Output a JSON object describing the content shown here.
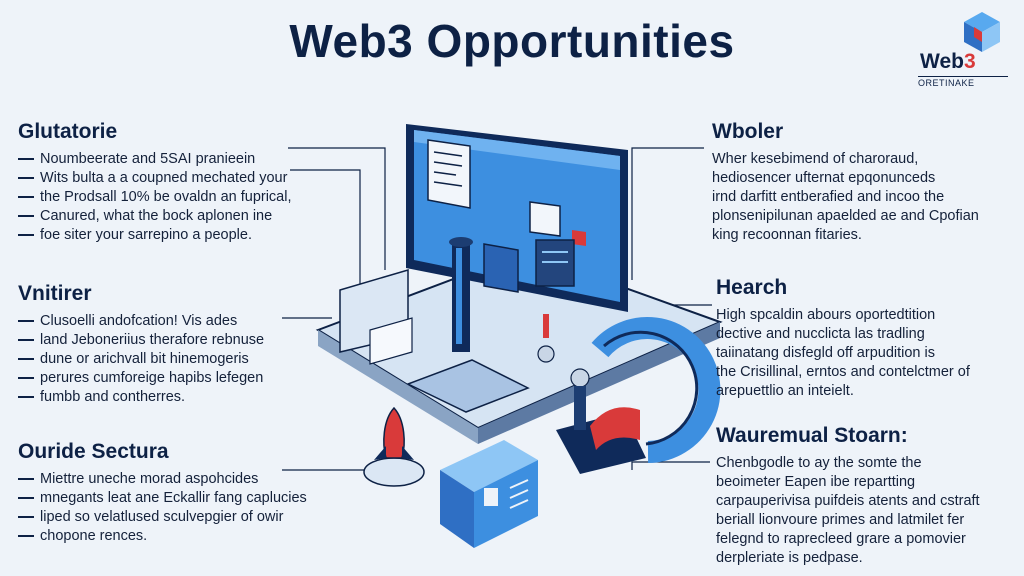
{
  "title": "Web3 Opportunities",
  "logo": {
    "word_main": "Web",
    "word_accent": "3",
    "subtitle": "ORETINAKE"
  },
  "sections": {
    "top_left": {
      "heading": "Glutatorie",
      "lines": [
        "Noumbeerate and 5SAI pranieein",
        "Wits bulta a a coupned mechated your",
        "the Prodsall 10% be ovaldn an fuprical,",
        "Canured, what the bock aplonen ine",
        "foe siter your sarrepino a people."
      ]
    },
    "mid_left": {
      "heading": "Vnitirer",
      "lines": [
        "Clusoelli andofcation! Vis ades",
        "land Jeboneriius therafore rebnuse",
        "dune or arichvall bit hinemogeris",
        "perures cumforeige hapibs lefegen",
        "fumbb and contherres."
      ]
    },
    "bottom_left": {
      "heading": "Ouride Sectura",
      "lines": [
        "Miettre uneche morad aspohcides",
        "mnegants leat ane Eckallir fang caplucies",
        "liped so velatlused sculvepgier of owir",
        "chopone rences."
      ]
    },
    "top_right": {
      "heading": "Wboler",
      "lines": [
        "Wher kesebimend of charoraud,",
        "hediosencer ufternat epqonunceds",
        "irnd darfitt entberafied and incoo the",
        "plonsenipilunan apaelded ae and Cpofian",
        "king recoonnan fitaries."
      ]
    },
    "mid_right": {
      "heading": "Hearch",
      "lines": [
        "High spcaldin abours oportedtition",
        "dective and nucclicta las tradling",
        "taiinatang disfegld off arpudition is",
        "the Crisillinal, erntos and contelctmer of",
        "arepuettlio an inteielt."
      ]
    },
    "bottom_right": {
      "heading": "Wauremual Stoarn:",
      "lines": [
        "Chenbgodle to ay the somte the",
        "beoimeter Eapen ibe repartting",
        "carpauperivisa puifdeis atents and cstraft",
        "beriall lionvoure primes and latmilet fer",
        "felegnd to raprecleed grare a pomovier",
        "derpleriate is pedpase."
      ]
    }
  },
  "colors": {
    "background": "#eef3f9",
    "navy": "#0d2145",
    "screen_blue": "#3d8fe0",
    "accent_red": "#d93a3a"
  }
}
